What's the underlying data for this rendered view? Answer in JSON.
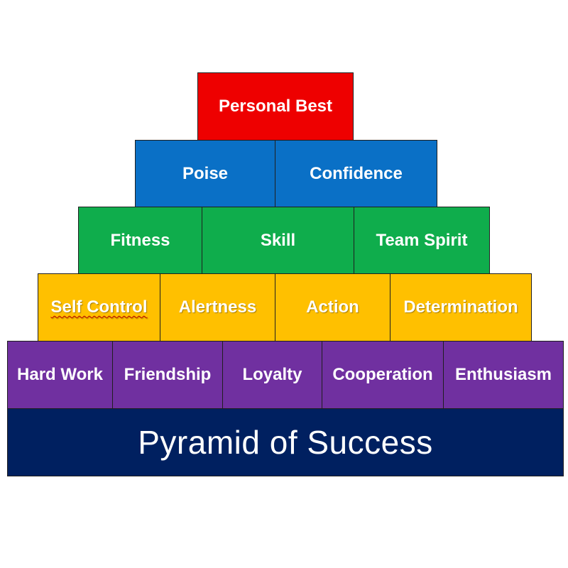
{
  "colors": {
    "tier5": "#ee0000",
    "tier4": "#0a70c6",
    "tier3": "#0fad4c",
    "tier2": "#ffc000",
    "tier1": "#7030a0",
    "base": "#002060",
    "text": "#ffffff"
  },
  "pyramid": {
    "tier5": [
      "Personal Best"
    ],
    "tier4": [
      "Poise",
      "Confidence"
    ],
    "tier3": [
      "Fitness",
      "Skill",
      "Team Spirit"
    ],
    "tier2": [
      "Self Control",
      "Alertness",
      "Action",
      "Determination"
    ],
    "tier1": [
      "Hard Work",
      "Friendship",
      "Loyalty",
      "Cooperation",
      "Enthusiasm"
    ],
    "title": "Pyramid of Success"
  }
}
